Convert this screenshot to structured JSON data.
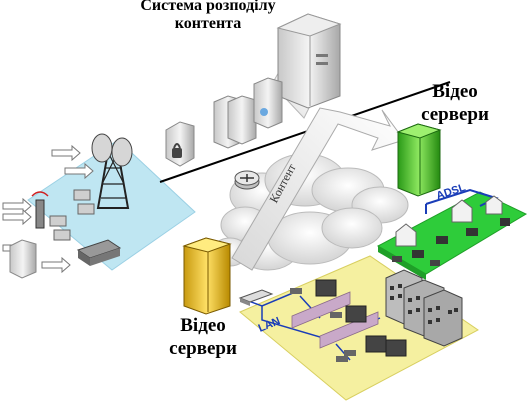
{
  "title": {
    "line1": "Система розподілу",
    "line2": "контента"
  },
  "labels": {
    "video_right_line1": "Відео",
    "video_right_line2": "сервери",
    "video_left_line1": "Відео",
    "video_left_line2": "сервери",
    "adsl": "ADSL",
    "lan": "LAN",
    "content_arrow": "Контент"
  },
  "colors": {
    "satellite_region": "#bfe6f2",
    "adsl_region": "#2ecc3a",
    "lan_region": "#f5f0a0",
    "server_green": "#44c02a",
    "server_yellow": "#e8c020",
    "link_blue": "#1a3db8"
  }
}
